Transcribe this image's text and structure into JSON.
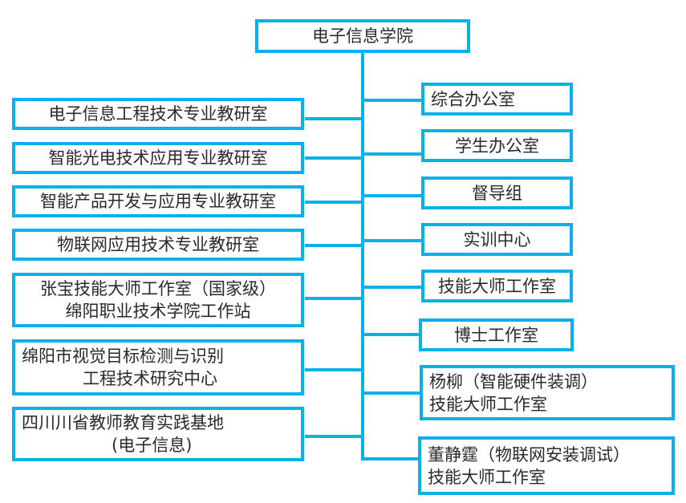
{
  "colors": {
    "accent": "#0ab0ea",
    "text": "#2a2a2a",
    "background": "#ffffff"
  },
  "root": {
    "label": "电子信息学院"
  },
  "left_units": [
    {
      "lines": [
        "电子信息工程技术专业教研室"
      ]
    },
    {
      "lines": [
        "智能光电技术应用专业教研室"
      ]
    },
    {
      "lines": [
        "智能产品开发与应用专业教研室"
      ]
    },
    {
      "lines": [
        "物联网应用技术专业教研室"
      ]
    },
    {
      "lines": [
        "张宝技能大师工作室（国家级）",
        "绵阳职业技术学院工作站"
      ]
    },
    {
      "lines": [
        "绵阳市视觉目标检测与识别",
        "工程技术研究中心"
      ]
    },
    {
      "lines": [
        "四川川省教师教育实践基地",
        "(电子信息)"
      ]
    }
  ],
  "right_units": [
    {
      "lines": [
        "综合办公室"
      ]
    },
    {
      "lines": [
        "学生办公室"
      ]
    },
    {
      "lines": [
        "督导组"
      ]
    },
    {
      "lines": [
        "实训中心"
      ]
    },
    {
      "lines": [
        "技能大师工作室"
      ]
    },
    {
      "lines": [
        "博士工作室"
      ]
    },
    {
      "lines": [
        "杨柳（智能硬件装调）",
        "技能大师工作室"
      ]
    },
    {
      "lines": [
        "董静霆（物联网安装调试）",
        "技能大师工作室"
      ]
    }
  ]
}
